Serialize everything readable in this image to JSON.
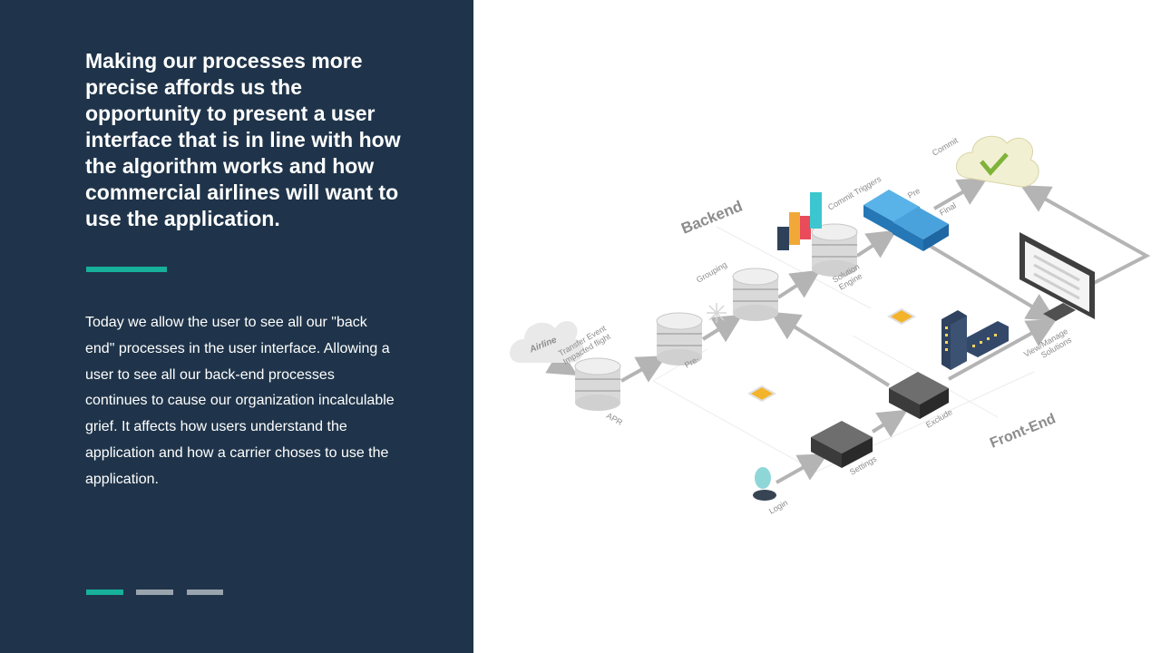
{
  "slide": {
    "headline": "Making our processes more precise affords us the opportunity to present a user interface that is in line with how the algorithm works and how commercial airlines will want to use the application.",
    "body": "Today we allow the user to see all our \"back end\" processes in the user interface.  Allowing a user to see all our back-end processes continues to cause our organization incalculable grief.  It affects how users understand the application and how a carrier choses to use the application.",
    "colors": {
      "panel": "#1f344a",
      "accent": "#17b09a",
      "pager_inactive": "#9aa4ae"
    },
    "pager": {
      "count": 3,
      "active": 1
    }
  },
  "diagram": {
    "sections": {
      "backend": "Backend",
      "frontend": "Front-End"
    },
    "labels": {
      "airline": "Airline",
      "transfer_event_line1": "Transfer Event",
      "transfer_event_line2": "Impacted flight",
      "apr": "APR",
      "pre_db": "Pre-",
      "grouping": "Grouping",
      "solution_engine_line1": "Solution",
      "solution_engine_line2": "Engine",
      "commit_triggers": "Commit Triggers",
      "pre": "Pre",
      "final": "Final",
      "commit": "Commit",
      "view_manage_line1": "View/Manage",
      "view_manage_line2": "Solutions",
      "exclude": "Exclude",
      "settings": "Settings",
      "login": "Login"
    }
  }
}
